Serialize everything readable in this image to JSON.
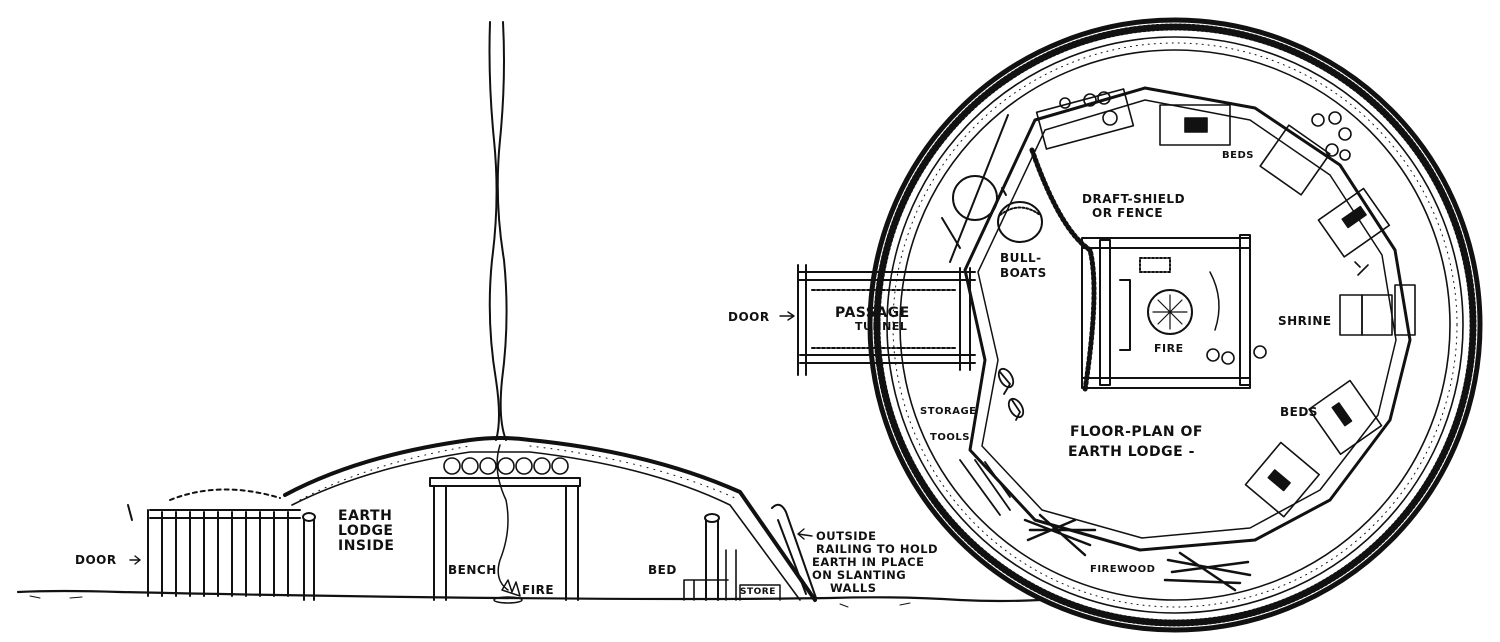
{
  "section_view": {
    "earth_lodge_inside": [
      "EARTH",
      "LODGE",
      "INSIDE"
    ],
    "door": "DOOR",
    "bench": "BENCH",
    "fire": "FIRE",
    "bed": "BED",
    "store": "STORE",
    "outside_railing": [
      "OUTSIDE",
      "RAILING TO HOLD",
      "EARTH IN PLACE",
      "ON SLANTING",
      "WALLS"
    ]
  },
  "floor_plan": {
    "draft_shield": [
      "DRAFT-SHIELD",
      "OR FENCE"
    ],
    "beds_top": "BEDS",
    "bull_boats": [
      "BULL-",
      "BOATS"
    ],
    "door": "DOOR",
    "passage_tunnel": [
      "PASSAGE",
      "TUNNEL"
    ],
    "fire": "FIRE",
    "shrine": "SHRINE",
    "storage": "STORAGE",
    "tools": "TOOLS",
    "beds_right": "BEDS",
    "title": [
      "FLOOR-PLAN OF",
      "EARTH LODGE -"
    ],
    "firewood": "FIREWOOD"
  }
}
